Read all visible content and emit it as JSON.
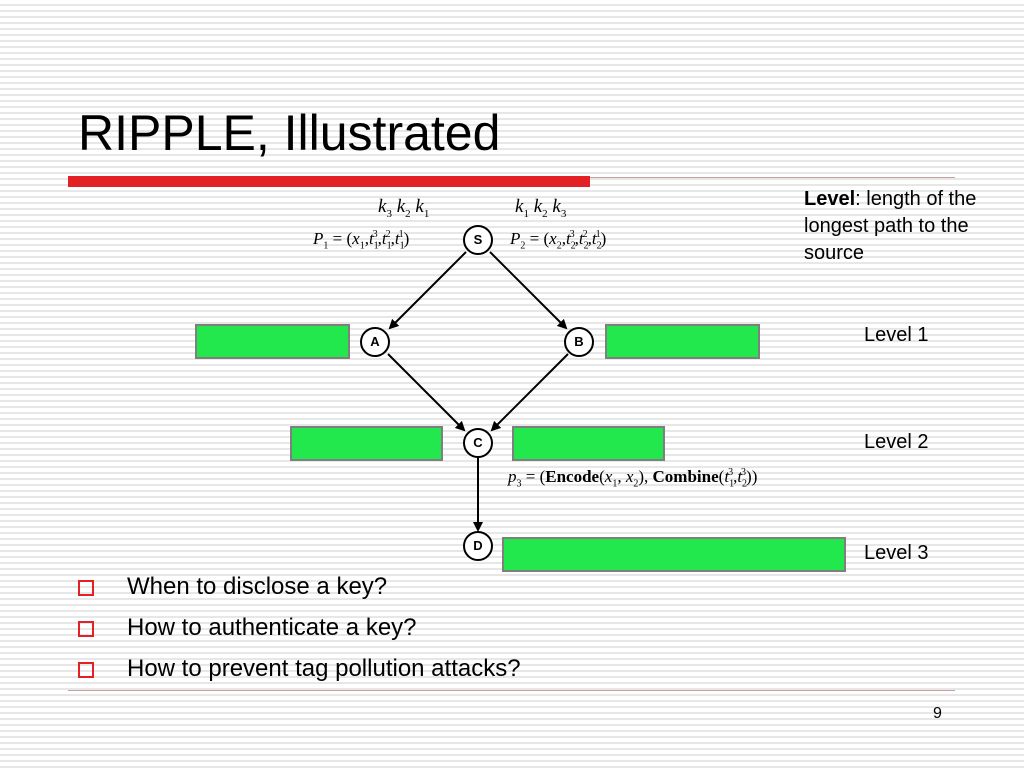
{
  "slide": {
    "title": "RIPPLE, Illustrated",
    "page_number": "9"
  },
  "legend": {
    "term": "Level",
    "definition": ": length of the longest path to the source"
  },
  "levels": [
    "Level 1",
    "Level 2",
    "Level 3"
  ],
  "nodes": {
    "s": "S",
    "a": "A",
    "b": "B",
    "c": "C",
    "d": "D"
  },
  "formulas": {
    "p1": {
      "label": "P",
      "label_sub": "1",
      "eq": " = (",
      "x": "x",
      "x_sub": "1",
      "t_terms": [
        {
          "t": "t",
          "sub": "1",
          "sup": "3"
        },
        {
          "t": "t",
          "sub": "1",
          "sup": "2"
        },
        {
          "t": "t",
          "sub": "1",
          "sup": "1"
        }
      ]
    },
    "p2": {
      "label": "P",
      "label_sub": "2",
      "eq": " = (",
      "x": "x",
      "x_sub": "2",
      "t_terms": [
        {
          "t": "t",
          "sub": "2",
          "sup": "3"
        },
        {
          "t": "t",
          "sub": "2",
          "sup": "2"
        },
        {
          "t": "t",
          "sub": "2",
          "sup": "1"
        }
      ]
    },
    "p3": {
      "label": "p",
      "label_sub": "3",
      "eq": " = (",
      "encode": "Encode",
      "combine": "Combine"
    }
  },
  "keys_left": [
    {
      "k": "k",
      "sub": "3"
    },
    {
      "k": "k",
      "sub": "2"
    },
    {
      "k": "k",
      "sub": "1"
    }
  ],
  "keys_right": [
    {
      "k": "k",
      "sub": "1"
    },
    {
      "k": "k",
      "sub": "2"
    },
    {
      "k": "k",
      "sub": "3"
    }
  ],
  "bullets": [
    "When to disclose a key?",
    "How to authenticate a key?",
    "How to prevent tag pollution attacks?"
  ],
  "colors": {
    "accent_red": "#e32024",
    "box_green": "#22e84d",
    "box_border": "#7f7f7f"
  }
}
